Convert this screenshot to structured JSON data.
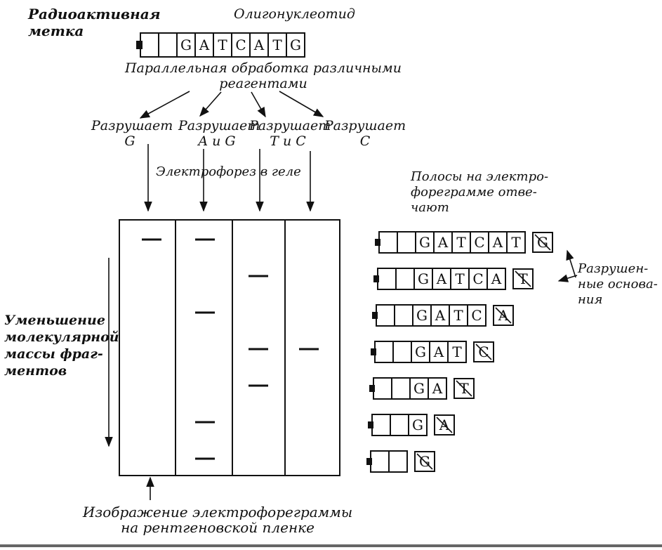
{
  "labels": {
    "radioactive_label": "Радиоактивная\nметка",
    "oligo_label": "Олигонуклеотид",
    "treatment_label": "Параллельная обработка различными\nреагентами",
    "cleaves": [
      "Разрушает\nG",
      "Разрушает\nA и G",
      "Разрушает\nT и C",
      "Разрушает\nC"
    ],
    "electrophoresis_label": "Электрофорез в геле",
    "bands_correspond_label": "Полосы на электро-\nфореграмме отве-\nчают",
    "destroyed_bases_label": "Разрушен-\nные основа-\nния",
    "mass_decrease_label": "Уменьшение\nмолекулярной\nмассы фраг-\nментов",
    "image_label": "Изображение электрофореграммы\nна рентгеновской пленке"
  },
  "oligonucleotide": [
    "G",
    "A",
    "T",
    "C",
    "A",
    "T",
    "G"
  ],
  "fragments": [
    {
      "bases": [
        "G",
        "A",
        "T",
        "C",
        "A",
        "T"
      ],
      "destroyed": "G"
    },
    {
      "bases": [
        "G",
        "A",
        "T",
        "C",
        "A"
      ],
      "destroyed": "T"
    },
    {
      "bases": [
        "G",
        "A",
        "T",
        "C"
      ],
      "destroyed": "A"
    },
    {
      "bases": [
        "G",
        "A",
        "T"
      ],
      "destroyed": "C"
    },
    {
      "bases": [
        "G",
        "A"
      ],
      "destroyed": "T"
    },
    {
      "bases": [
        "G"
      ],
      "destroyed": "A"
    },
    {
      "bases": [],
      "destroyed": "G"
    }
  ],
  "gel_bands": [
    {
      "lane": 1,
      "fragment": 6
    },
    {
      "lane": 2,
      "fragment": 6
    },
    {
      "lane": 3,
      "fragment": 5
    },
    {
      "lane": 2,
      "fragment": 4
    },
    {
      "lane": 3,
      "fragment": 3
    },
    {
      "lane": 4,
      "fragment": 3
    },
    {
      "lane": 3,
      "fragment": 2
    },
    {
      "lane": 2,
      "fragment": 1
    },
    {
      "lane": 2,
      "fragment": 0
    }
  ]
}
